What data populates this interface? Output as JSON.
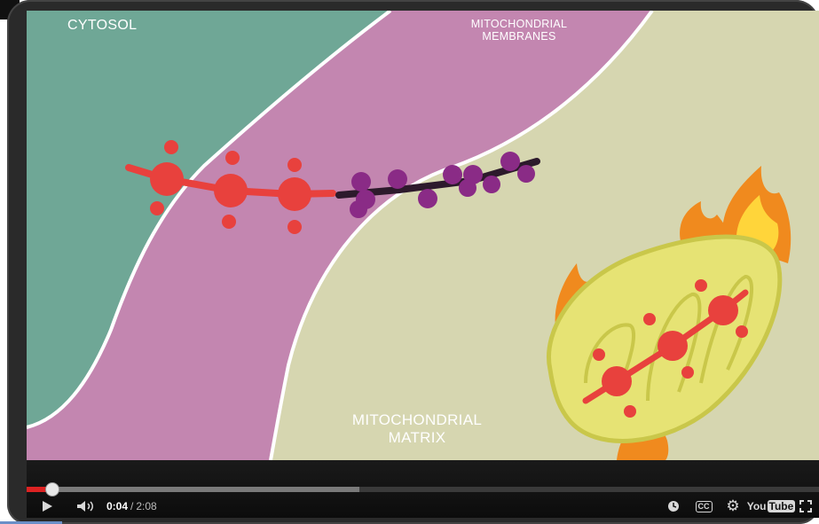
{
  "video": {
    "labels": {
      "cytosol": "CYTOSOL",
      "membranes_line1": "MITOCHONDRIAL",
      "membranes_line2": "MEMBRANES",
      "matrix_line1": "MITOCHONDRIAL",
      "matrix_line2": "MATRIX"
    },
    "colors": {
      "cytosol": "#6fa796",
      "membranes": "#c386b0",
      "matrix": "#d6d6b0",
      "fatty_acid": "#e8413d",
      "carnitine": "#8a2b86",
      "mitochondrion": "#e6e374"
    }
  },
  "player": {
    "current_time": "0:04",
    "separator": "/",
    "total_time": "2:08",
    "progress_fraction": 0.032,
    "buffered_fraction": 0.42,
    "icons": {
      "play": "play-icon",
      "volume": "volume-icon",
      "watch_later": "clock-icon",
      "captions": "captions-icon",
      "settings": "gear-icon",
      "logo": "youtube-logo",
      "fullscreen": "fullscreen-icon"
    },
    "cc_label": "CC",
    "logo_you": "You",
    "logo_tube": "Tube"
  }
}
